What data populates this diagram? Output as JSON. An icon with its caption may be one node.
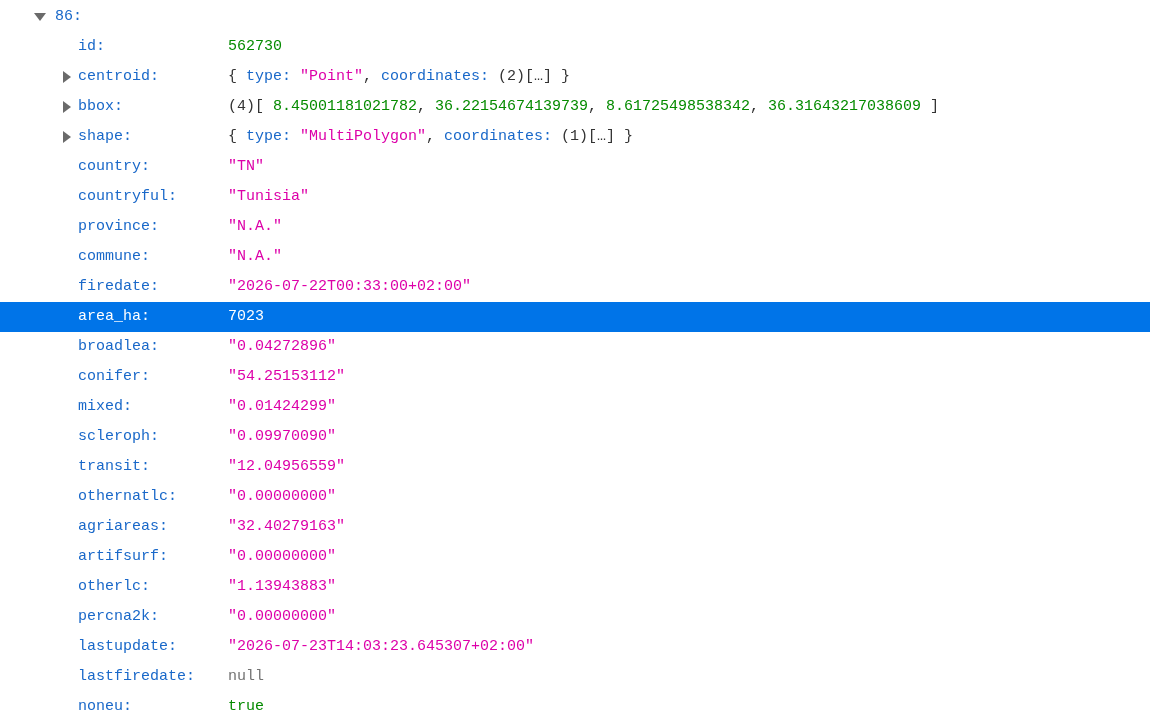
{
  "diagram": {
    "labels": [
      "86:",
      "id:",
      "562730",
      "centroid:",
      "{",
      "type:",
      "\"Point\"",
      ",",
      "coordinates:",
      "(2)[…]",
      "}",
      "bbox:",
      "(4)[",
      "8.45001181021782",
      ",",
      "36.22154674139739",
      ",",
      "8.61725498538342",
      ",",
      "36.31643217038609",
      "]",
      "shape:",
      "{",
      "type:",
      "\"MultiPolygon\"",
      ",",
      "coordinates:",
      "(1)[…]",
      "}",
      "country:",
      "\"TN\"",
      "countryful:",
      "\"Tunisia\"",
      "province:",
      "\"N.A.\"",
      "commune:",
      "\"N.A.\"",
      "firedate:",
      "\"2026-07-22T00:33:00+02:00\"",
      "area_ha:",
      "7023",
      "broadlea:",
      "\"0.04272896\"",
      "conifer:",
      "\"54.25153112\"",
      "mixed:",
      "\"0.01424299\"",
      "scleroph:",
      "\"0.09970090\"",
      "transit:",
      "\"12.04956559\"",
      "othernatlc:",
      "\"0.00000000\"",
      "agriareas:",
      "\"32.40279163\"",
      "artifsurf:",
      "\"0.00000000\"",
      "otherlc:",
      "\"1.13943883\"",
      "percna2k:",
      "\"0.00000000\"",
      "lastupdate:",
      "\"2026-07-23T14:03:23.645307+02:00\"",
      "lastfiredate:",
      "null",
      "noneu:",
      "true"
    ]
  }
}
